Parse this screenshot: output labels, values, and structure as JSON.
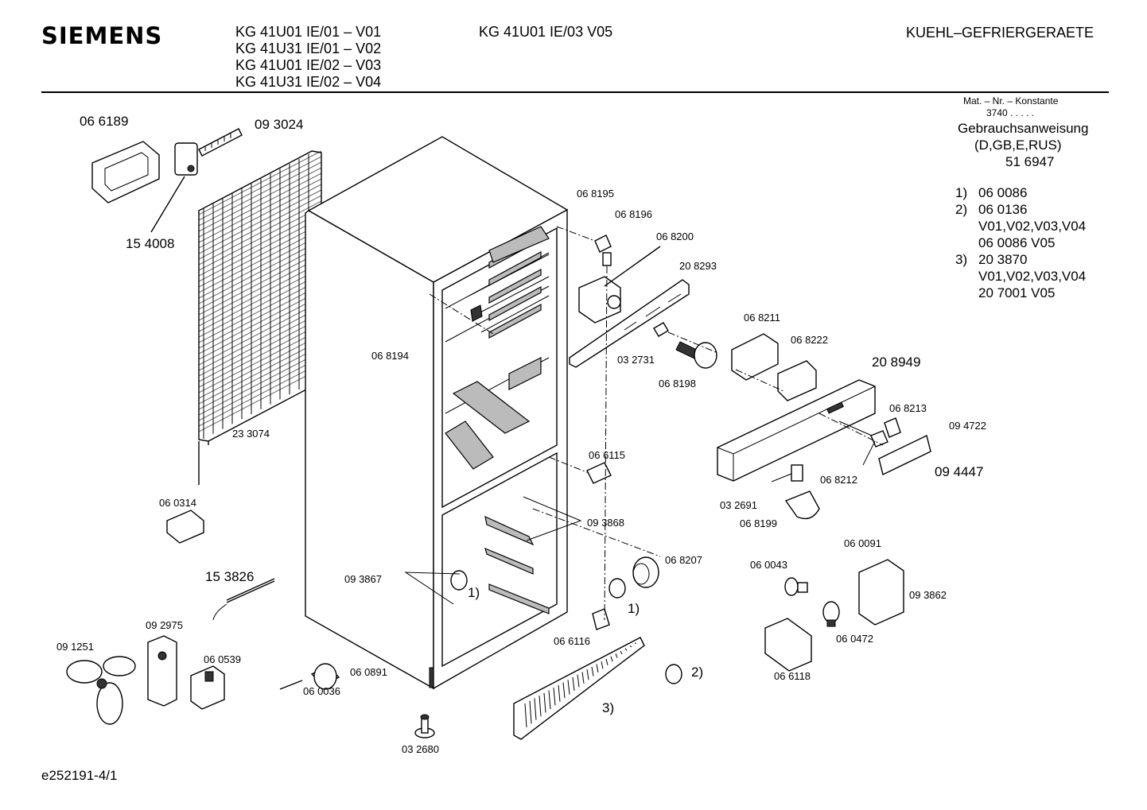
{
  "header": {
    "brand": "SIEMENS",
    "models_col1": [
      "KG 41U01 IE/01 – V01",
      "KG 41U31 IE/01 – V02",
      "KG 41U01 IE/02 – V03",
      "KG 41U31 IE/02 – V04"
    ],
    "model_col2": "KG 41U01 IE/03 V05",
    "category": "KUEHL–GEFRIERGERAETE"
  },
  "side_info": {
    "mat_nr_label": "Mat. – Nr. – Konstante",
    "mat_nr_value": "3740  .  .  .  .  .",
    "manual_title": "Gebrauchsanweisung",
    "manual_langs": "(D,GB,E,RUS)",
    "manual_number": "51 6947",
    "notes": [
      {
        "key": "1)",
        "lines": [
          "06 0086"
        ]
      },
      {
        "key": "2)",
        "lines": [
          "06 0136",
          "V01,V02,V03,V04",
          "06 0086 V05"
        ]
      },
      {
        "key": "3)",
        "lines": [
          "20 3870",
          "V01,V02,V03,V04",
          "20 7001 V05"
        ]
      }
    ]
  },
  "part_labels": {
    "p066189": "06 6189",
    "p093024": "09 3024",
    "p154008": "15 4008",
    "p233074": "23 3074",
    "p060314": "06 0314",
    "p153826": "15 3826",
    "p092975": "09 2975",
    "p091251": "09 1251",
    "p060539": "06 0539",
    "p060036": "06 0036",
    "p060891": "06 0891",
    "p093867": "09 3867",
    "p093868": "09 3868",
    "p068194": "06 8194",
    "p068195": "06 8195",
    "p068196": "06 8196",
    "p068200": "06 8200",
    "p208293": "20 8293",
    "p032731": "03 2731",
    "p068198": "06 8198",
    "p068211": "06 8211",
    "p068222": "06 8222",
    "p208949": "20 8949",
    "p068213": "06 8213",
    "p094722": "09 4722",
    "p094447": "09 4447",
    "p068212": "06 8212",
    "p032691": "03 2691",
    "p068199": "06 8199",
    "p066115": "06 6115",
    "p068207": "06 8207",
    "p066116": "06 6116",
    "p032680": "03 2680",
    "p060091": "06 0091",
    "p060043": "06 0043",
    "p093862": "09 3862",
    "p060472": "06 0472",
    "p066118": "06 6118",
    "ref1a": "1)",
    "ref1b": "1)",
    "ref2": "2)",
    "ref3": "3)"
  },
  "footer": {
    "drawing_id": "e252191-4/1"
  }
}
